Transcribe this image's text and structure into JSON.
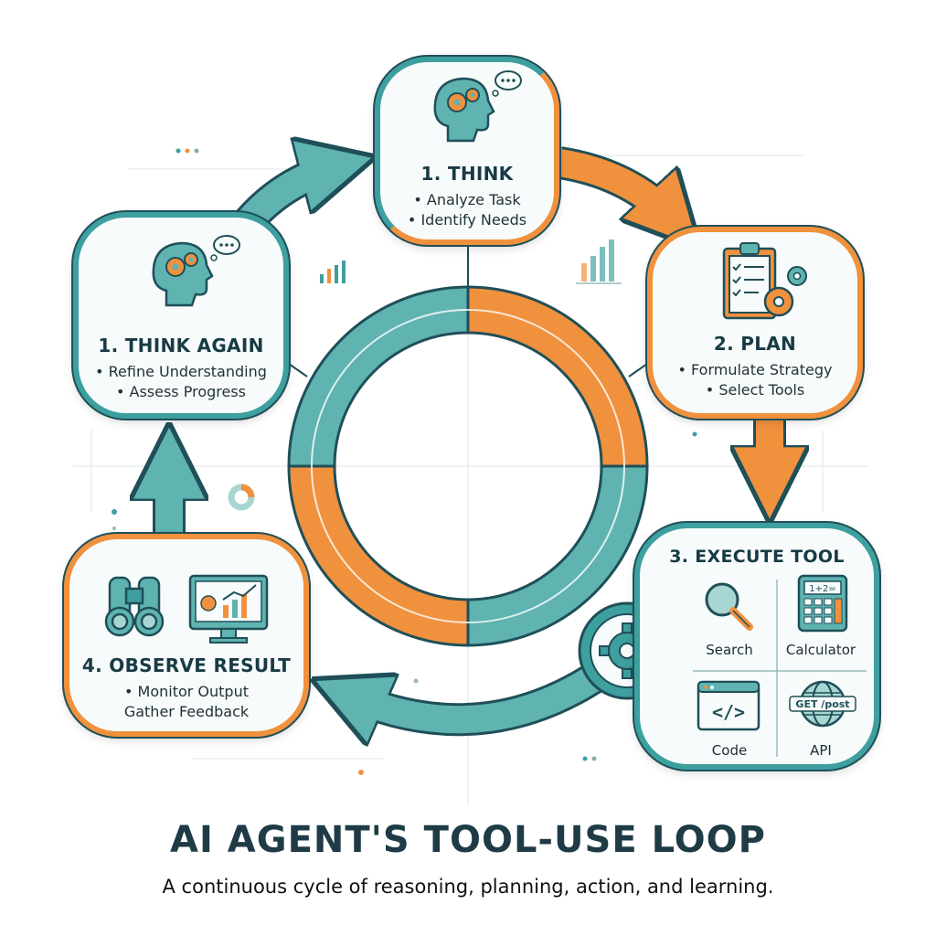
{
  "title": "AI AGENT'S TOOL-USE LOOP",
  "subtitle": "A continuous cycle of reasoning, planning, action, and learning.",
  "colors": {
    "teal": "#3e9f9f",
    "orange": "#f0913e",
    "dark": "#1e3b46"
  },
  "nodes": {
    "think": {
      "title": "1. THINK",
      "bullets": [
        "• Analyze Task",
        "• Identify Needs"
      ],
      "icon": "head-gears-thought-icon"
    },
    "plan": {
      "title": "2. PLAN",
      "bullets": [
        "• Formulate Strategy",
        "• Select Tools"
      ],
      "icon": "clipboard-gears-icon"
    },
    "execute": {
      "title": "3. EXECUTE TOOL",
      "tools": [
        {
          "label": "Search",
          "icon": "magnifier-icon"
        },
        {
          "label": "Calculator",
          "icon": "calculator-icon",
          "screen": "1+2="
        },
        {
          "label": "Code",
          "icon": "code-window-icon",
          "glyph": "</>"
        },
        {
          "label": "API",
          "icon": "globe-api-icon",
          "badge": "GET /post"
        }
      ]
    },
    "observe": {
      "title": "4. OBSERVE RESULT",
      "bullets": [
        "• Monitor Output",
        "Gather Feedback"
      ],
      "icon": "binoculars-monitor-icon"
    },
    "think_again": {
      "title": "1. THINK AGAIN",
      "bullets": [
        "• Refine Understanding",
        "• Assess Progress"
      ],
      "icon": "head-gears-thought-icon"
    }
  }
}
